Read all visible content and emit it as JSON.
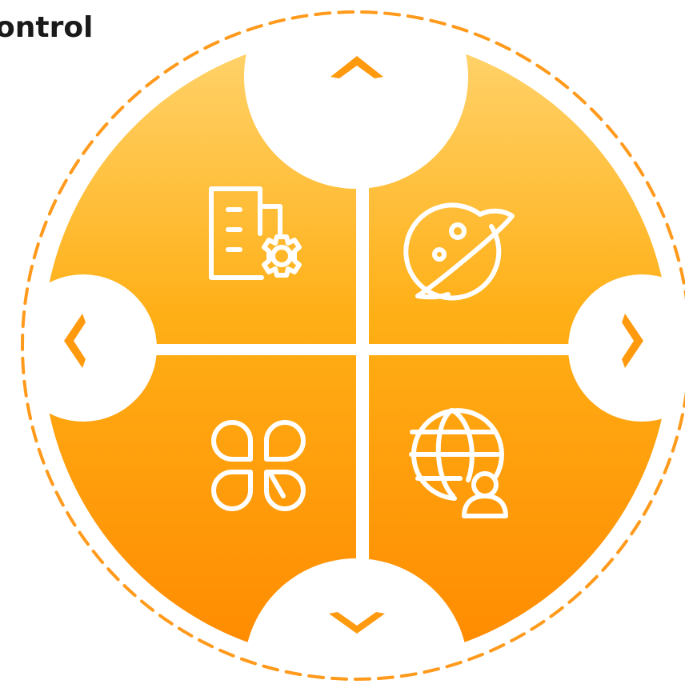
{
  "header": {
    "title": "ontrol"
  },
  "colors": {
    "gradient_top": "#FFD46E",
    "gradient_mid": "#FFAF16",
    "gradient_bottom": "#FF8A00",
    "arrow": "#FF9A0F",
    "ring": "#FF9A1C",
    "icon_stroke": "#FFFFFF"
  },
  "segments": [
    {
      "id": "top-left",
      "icon": "building-gear-icon"
    },
    {
      "id": "top-right",
      "icon": "planet-icon"
    },
    {
      "id": "bottom-left",
      "icon": "clover-dashboard-icon"
    },
    {
      "id": "bottom-right",
      "icon": "globe-user-icon"
    }
  ],
  "arrows": [
    "up-arrow",
    "down-arrow",
    "left-arrow",
    "right-arrow"
  ]
}
